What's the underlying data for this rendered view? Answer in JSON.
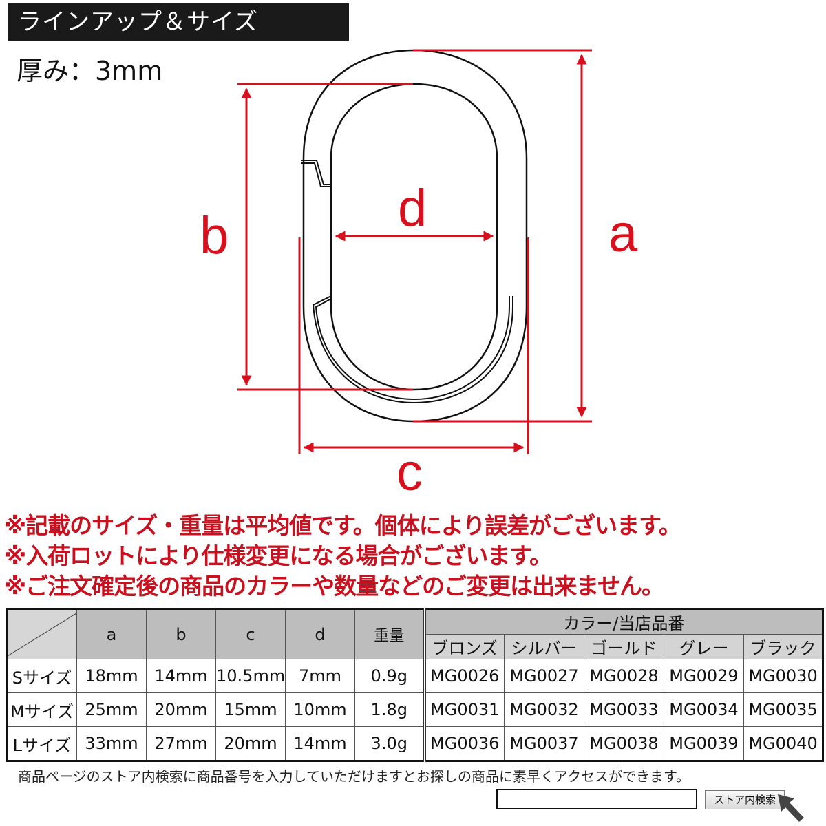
{
  "header": {
    "title": "ラインアップ＆サイズ",
    "thickness": "厚み：3mm"
  },
  "diagram": {
    "labels": {
      "a": "a",
      "b": "b",
      "c": "c",
      "d": "d"
    },
    "accent_color": "#c8101e",
    "outline_color": "#111111"
  },
  "notes": [
    "※記載のサイズ・重量は平均値です。個体により誤差がございます。",
    "※入荷ロットにより仕様変更になる場合がございます。",
    "※ご注文確定後の商品のカラーや数量などのご変更は出来ません。"
  ],
  "table": {
    "headers": [
      "a",
      "b",
      "c",
      "d",
      "重量"
    ],
    "color_header": "カラー/当店品番",
    "colors": [
      "ブロンズ",
      "シルバー",
      "ゴールド",
      "グレー",
      "ブラック"
    ],
    "rows": [
      {
        "label": "Sサイズ",
        "a": "18mm",
        "b": "14mm",
        "c": "10.5mm",
        "d": "7mm",
        "weight": "0.9g",
        "codes": [
          "MG0026",
          "MG0027",
          "MG0028",
          "MG0029",
          "MG0030"
        ]
      },
      {
        "label": "Mサイズ",
        "a": "25mm",
        "b": "20mm",
        "c": "15mm",
        "d": "10mm",
        "weight": "1.8g",
        "codes": [
          "MG0031",
          "MG0032",
          "MG0033",
          "MG0034",
          "MG0035"
        ]
      },
      {
        "label": "Lサイズ",
        "a": "33mm",
        "b": "27mm",
        "c": "20mm",
        "d": "14mm",
        "weight": "3.0g",
        "codes": [
          "MG0036",
          "MG0037",
          "MG0038",
          "MG0039",
          "MG0040"
        ]
      }
    ]
  },
  "footer": {
    "text": "商品ページのストア内検索に商品番号を入力していただけますとお探しの商品に素早くアクセスができます。",
    "search_value": "",
    "search_button": "ストア内検索",
    "cursor_icon": "arrow-cursor-icon"
  }
}
